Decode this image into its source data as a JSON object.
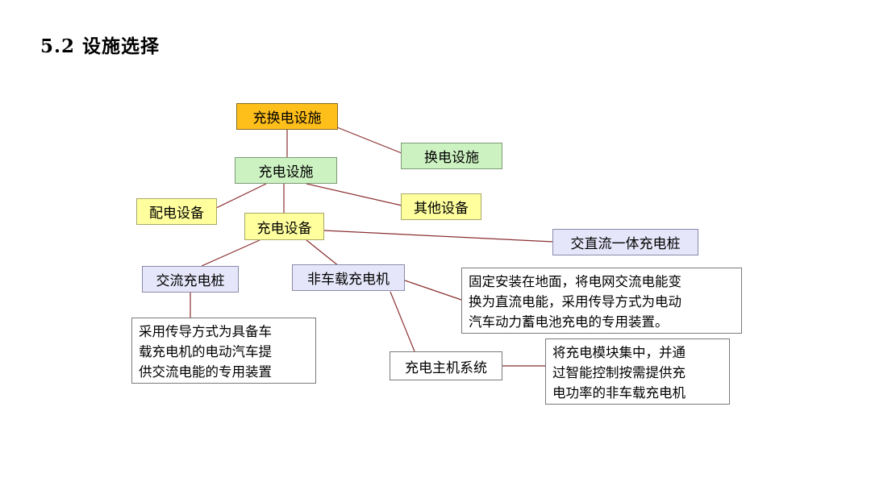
{
  "heading": "5.2 设施选择",
  "nodes": {
    "root": "充换电设施",
    "swap": "换电设施",
    "charge_facility": "充电设施",
    "distribution": "配电设备",
    "other": "其他设备",
    "charge_equipment": "充电设备",
    "ac_dc_pile": "交直流一体充电桩",
    "ac_pile": "交流充电桩",
    "offboard_charger": "非车载充电机",
    "host_system": "充电主机系统"
  },
  "notes": {
    "ac_pile_desc": [
      "采用传导方式为具备车",
      "载充电机的电动汽车提",
      "供交流电能的专用装置"
    ],
    "offboard_desc": [
      "固定安装在地面，将电网交流电能变",
      "换为直流电能，采用传导方式为电动",
      "汽车动力蓄电池充电的专用装置。"
    ],
    "host_desc": [
      "将充电模块集中，并通",
      "过智能控制按需提供充",
      "电功率的非车载充电机"
    ]
  },
  "colors": {
    "root": "#ffbf1a",
    "green": "#cdf2c2",
    "yellow": "#ffff9e",
    "blue": "#e6e6fa",
    "connector": "#8b2f2f"
  }
}
